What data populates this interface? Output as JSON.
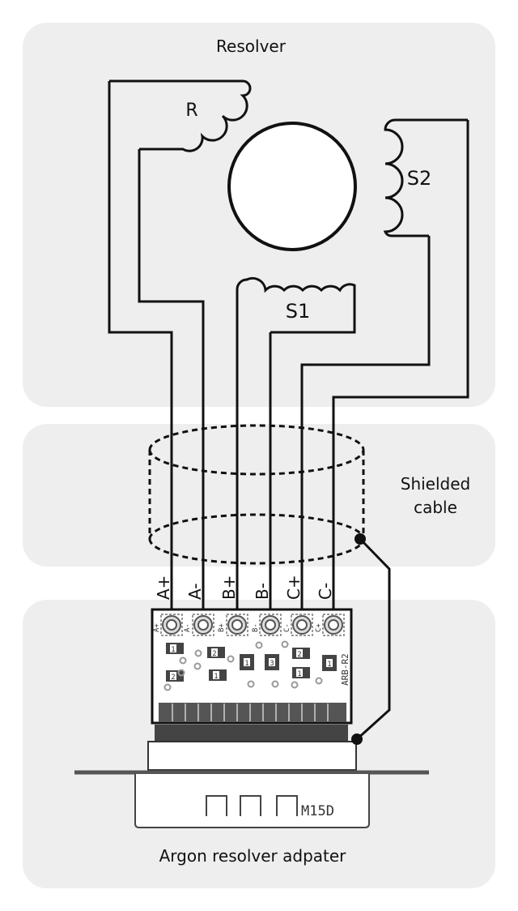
{
  "sections": {
    "resolver": "Resolver",
    "cable_line1": "Shielded",
    "cable_line2": "cable",
    "adapter": "Argon resolver adpater"
  },
  "coils": {
    "r": "R",
    "s1": "S1",
    "s2": "S2"
  },
  "terminals": [
    "A+",
    "A-",
    "B+",
    "B-",
    "C+",
    "C-"
  ],
  "pcb": {
    "silk_labels": [
      "A+",
      "A-",
      "B+",
      "B-",
      "C-",
      "C+"
    ],
    "board_id": "ARB-R2",
    "components": [
      "1",
      "2",
      "1",
      "3",
      "2",
      "1",
      "2",
      "1",
      "1"
    ]
  },
  "connector": {
    "model": "M15D"
  }
}
